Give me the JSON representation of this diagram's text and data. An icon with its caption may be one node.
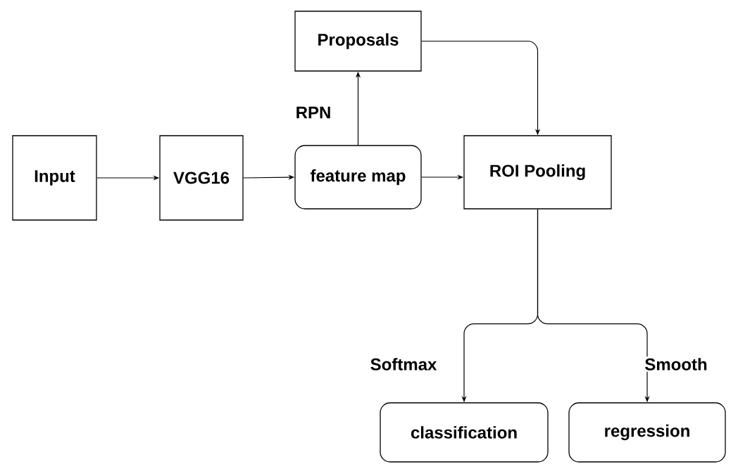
{
  "diagram": {
    "nodes": [
      {
        "text": [
          "Input"
        ]
      },
      {
        "text": [
          "VGG16"
        ]
      },
      {
        "text": [
          "feature map"
        ]
      },
      {
        "text": [
          "Proposals"
        ]
      },
      {
        "text": [
          "ROI Pooling"
        ]
      },
      {
        "text": [
          "classification"
        ]
      },
      {
        "text": [
          "regression"
        ]
      }
    ],
    "edges": [
      {
        "from": 0,
        "to": 1,
        "arrow": "to"
      },
      {
        "from": 1,
        "to": 2,
        "arrow": "to"
      },
      {
        "from": 2,
        "to": 4,
        "arrow": "to"
      },
      {
        "from": 2,
        "to": 3,
        "arrow": "to",
        "label": "RPN"
      },
      {
        "from": 3,
        "to": 4,
        "arrow": "to"
      },
      {
        "from": 4,
        "to": 5,
        "arrow": "to",
        "label": "Softmax"
      },
      {
        "from": 4,
        "to": 6,
        "arrow": "to",
        "label": "Smooth"
      }
    ]
  }
}
